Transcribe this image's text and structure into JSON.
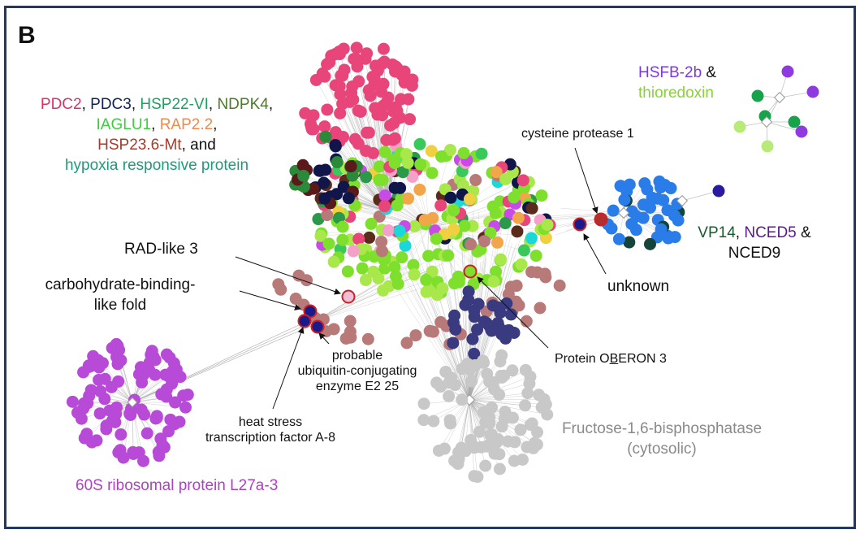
{
  "panel_label": "B",
  "colors": {
    "frame": "#1f3864",
    "edge": "#a8a8a8",
    "hub_fill": "#ffffff",
    "hub_stroke": "#999999",
    "highlight_ring": "#cc2222",
    "pink": "#e8457a",
    "navy": "#10164a",
    "green": "#7ee02c",
    "lime": "#a8e84a",
    "mauve": "#b87a78",
    "purple_dark": "#3a3a80",
    "gray": "#c8c8c8",
    "blue": "#2a7de8",
    "violet": "#b84ad8",
    "hsf_purple": "#8e3ae0",
    "hsf_green": "#16a34a",
    "hsf_light": "#b8ea7a"
  },
  "labels": {
    "top_left_cluster": {
      "l1": [
        {
          "text": "PDC2",
          "color": "#d6336c"
        },
        {
          "text": ", ",
          "color": "#111111"
        },
        {
          "text": "PDC3",
          "color": "#10205e"
        },
        {
          "text": ", ",
          "color": "#111111"
        },
        {
          "text": "HSP22-VI",
          "color": "#1aa260"
        },
        {
          "text": ", ",
          "color": "#111111"
        },
        {
          "text": "NDPK4",
          "color": "#4a7a2a"
        },
        {
          "text": ",",
          "color": "#111111"
        }
      ],
      "l2": [
        {
          "text": "IAGLU1",
          "color": "#3ccf3c"
        },
        {
          "text": ", ",
          "color": "#111111"
        },
        {
          "text": "RAP2.2",
          "color": "#f08a4a"
        },
        {
          "text": ",",
          "color": "#111111"
        }
      ],
      "l3": [
        {
          "text": "HSP23.6-Mt",
          "color": "#a83a2a"
        },
        {
          "text": ", and",
          "color": "#111111"
        }
      ],
      "l4": [
        {
          "text": "hypoxia responsive protein",
          "color": "#1f9a7a"
        }
      ]
    },
    "hsfb": {
      "l1": [
        {
          "text": "HSFB-2b",
          "color": "#7a3ae0"
        },
        {
          "text": " &",
          "color": "#111111"
        }
      ],
      "l2": [
        {
          "text": "thioredoxin",
          "color": "#8ad040"
        }
      ]
    },
    "vp14": {
      "l1": [
        {
          "text": "VP14",
          "color": "#1a5a2a"
        },
        {
          "text": ", ",
          "color": "#111111"
        },
        {
          "text": "NCED5",
          "color": "#5a1a8a"
        },
        {
          "text": " &",
          "color": "#111111"
        }
      ],
      "l2": [
        {
          "text": "NCED9",
          "color": "#111111"
        }
      ]
    },
    "cysteine_protease": "cysteine protease 1",
    "unknown": "unknown",
    "rad_like": "RAD-like 3",
    "carb_binding_1": "carbohydrate-binding-",
    "carb_binding_2": "like fold",
    "ubiquitin_1": "probable",
    "ubiquitin_2": "ubiquitin-conjugating",
    "ubiquitin_3": "enzyme E2 25",
    "heat_stress_1": "heat stress",
    "heat_stress_2": "transcription factor A-8",
    "oberon_pre": "Protein O",
    "oberon_b": "B",
    "oberon_post": "ERON 3",
    "fructose_1": "Fructose-1,6-bisphosphatase",
    "fructose_2": "(cytosolic)",
    "fructose_color": "#8a8a8a",
    "ribosomal": "60S ribosomal protein  L27a-3",
    "ribosomal_color": "#b040c8"
  }
}
